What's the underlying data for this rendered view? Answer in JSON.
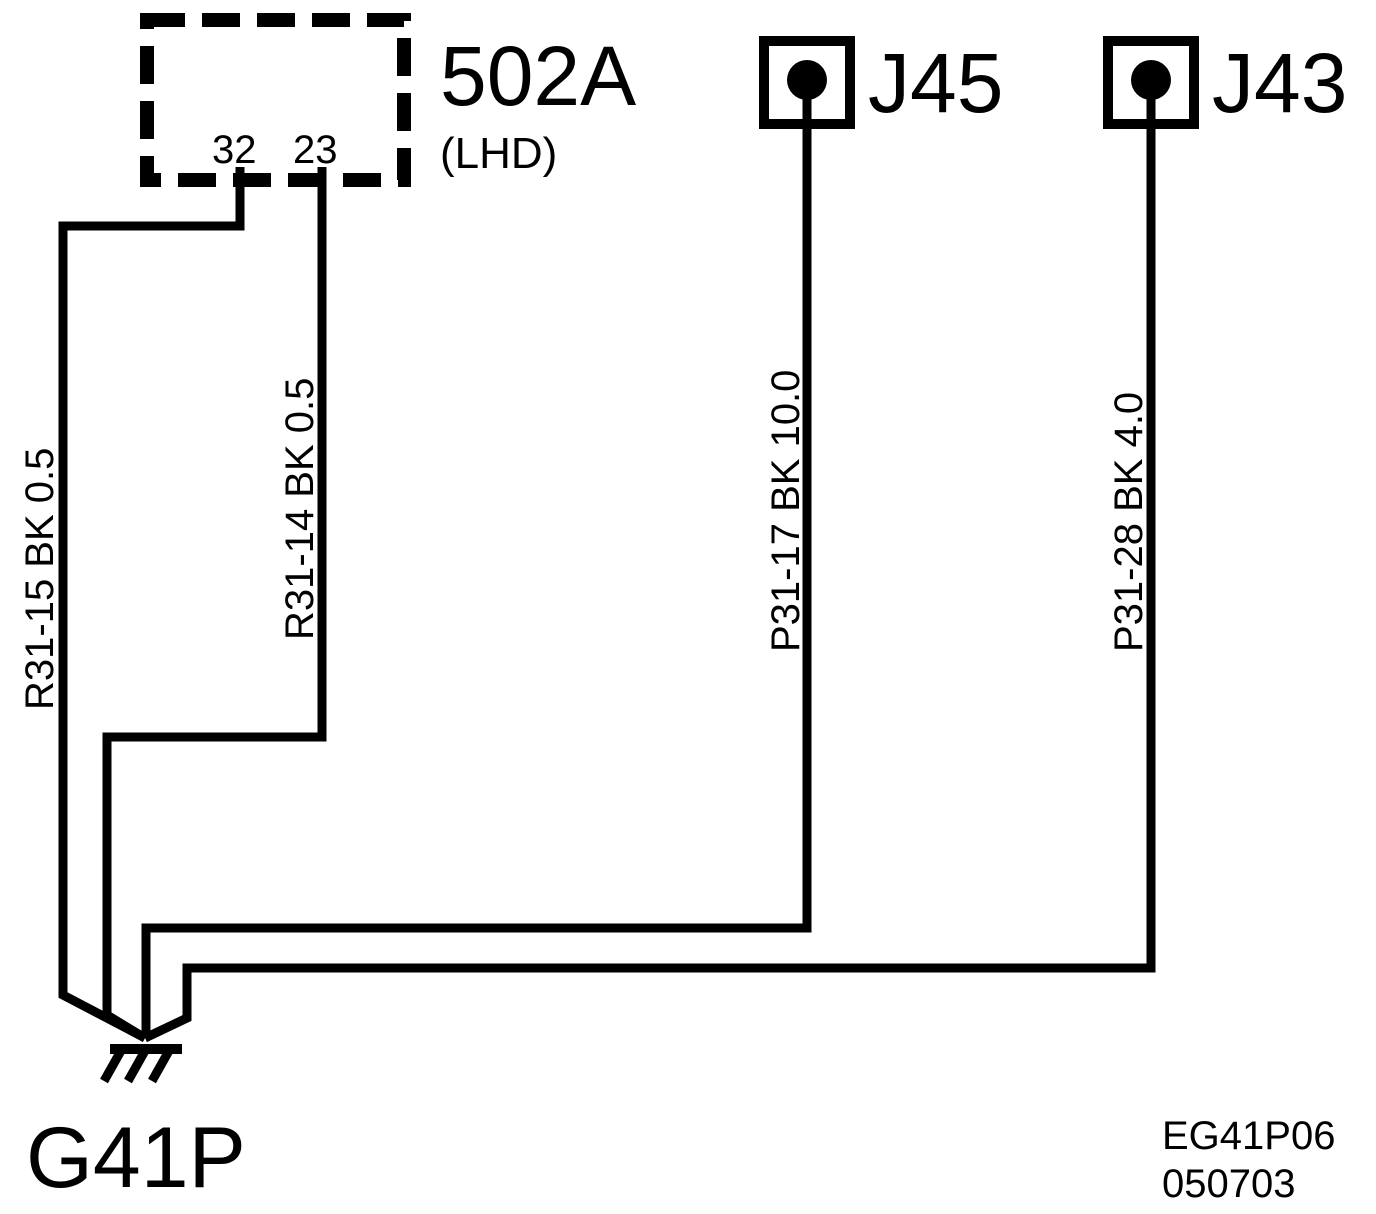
{
  "connectors": {
    "c502a": {
      "id": "502A",
      "note": "(LHD)",
      "pins": [
        "32",
        "23"
      ]
    },
    "j45": {
      "id": "J45"
    },
    "j43": {
      "id": "J43"
    }
  },
  "wires": [
    {
      "label": "R31-15  BK 0.5"
    },
    {
      "label": "R31-14  BK  0.5"
    },
    {
      "label": "P31-17   BK  10.0"
    },
    {
      "label": "P31-28   BK      4.0"
    }
  ],
  "ground": {
    "id": "G41P"
  },
  "reference": {
    "code": "EG41P06",
    "date": "050703"
  },
  "colors": {
    "line": "#000000",
    "background": "#ffffff"
  }
}
